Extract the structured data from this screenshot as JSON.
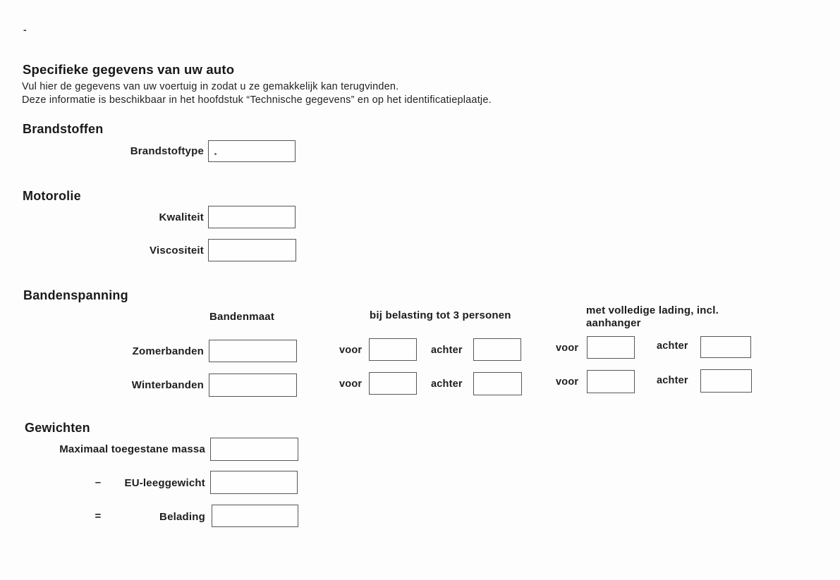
{
  "page": {
    "corner_mark": "-",
    "title": "Specifieke gegevens van uw auto",
    "intro_line1": "Vul hier de gegevens van uw voertuig in zodat u ze gemakkelijk kan terugvinden.",
    "intro_line2": "Deze informatie is beschikbaar in het hoofdstuk “Technische gegevens” en op het identificatieplaatje."
  },
  "colors": {
    "background": "#fdfdfd",
    "text": "#1c1c1c",
    "box_border": "#575757"
  },
  "fuel": {
    "heading": "Brandstoffen",
    "type_label": "Brandstoftype",
    "type_value": ""
  },
  "oil": {
    "heading": "Motorolie",
    "quality_label": "Kwaliteit",
    "quality_value": "",
    "viscosity_label": "Viscositeit",
    "viscosity_value": ""
  },
  "tires": {
    "heading": "Bandenspanning",
    "col_size": "Bandenmaat",
    "col_load3": "bij belasting tot 3 personen",
    "col_full_line1": "met volledige lading, incl.",
    "col_full_line2": "aanhanger",
    "front_label": "voor",
    "rear_label": "achter",
    "rows": [
      {
        "label": "Zomerbanden",
        "size": "",
        "load3_front": "",
        "load3_rear": "",
        "full_front": "",
        "full_rear": ""
      },
      {
        "label": "Winterbanden",
        "size": "",
        "load3_front": "",
        "load3_rear": "",
        "full_front": "",
        "full_rear": ""
      }
    ]
  },
  "weights": {
    "heading": "Gewichten",
    "rows": [
      {
        "operator": "",
        "label": "Maximaal toegestane massa",
        "value": ""
      },
      {
        "operator": "–",
        "label": "EU-leeggewicht",
        "value": ""
      },
      {
        "operator": "=",
        "label": "Belading",
        "value": ""
      }
    ]
  }
}
